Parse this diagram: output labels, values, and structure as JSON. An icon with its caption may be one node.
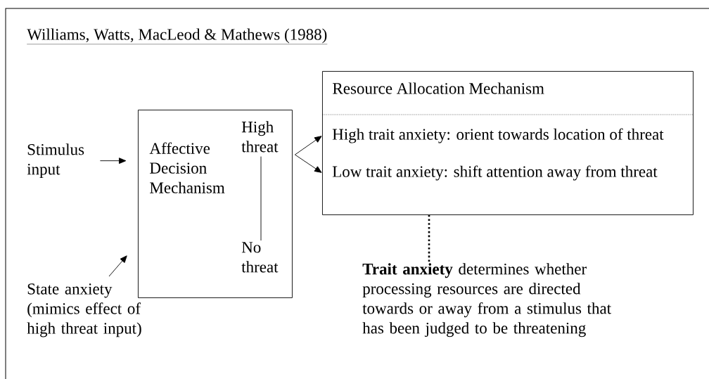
{
  "diagram": {
    "title": "Williams, Watts, MacLeod & Mathews (1988)",
    "nodes": [
      {
        "text": [
          "Stimulus input"
        ]
      },
      {
        "text": [
          "State anxiety (mimics effect of high threat input)"
        ]
      },
      {
        "text": [
          "Affective Decision Mechanism"
        ]
      },
      {
        "text": [
          "High threat"
        ],
        "in": 2
      },
      {
        "text": [
          "No threat"
        ],
        "in": 2
      },
      {
        "text": [
          "Resource Allocation Mechanism"
        ]
      },
      {
        "text": [
          "High trait anxiety: orient towards location of threat"
        ],
        "in": 5
      },
      {
        "text": [
          "Low trait anxiety: shift attention away from threat"
        ],
        "in": 5
      },
      {
        "text": [
          "**Trait anxiety** determines whether processing resources are directed towards or away from a stimulus that has been judged to be threatening"
        ]
      }
    ],
    "edges": [
      {
        "from": 0,
        "to": 2,
        "arrow": "to"
      },
      {
        "from": 1,
        "to": 2,
        "arrow": "to"
      },
      {
        "from": 3,
        "to": 4,
        "arrow": "none"
      },
      {
        "from": 3,
        "to": 6,
        "arrow": "to"
      },
      {
        "from": 3,
        "to": 7,
        "arrow": "to"
      },
      {
        "from": 8,
        "to": 5,
        "arrow": "none",
        "style": "dashed"
      }
    ]
  }
}
